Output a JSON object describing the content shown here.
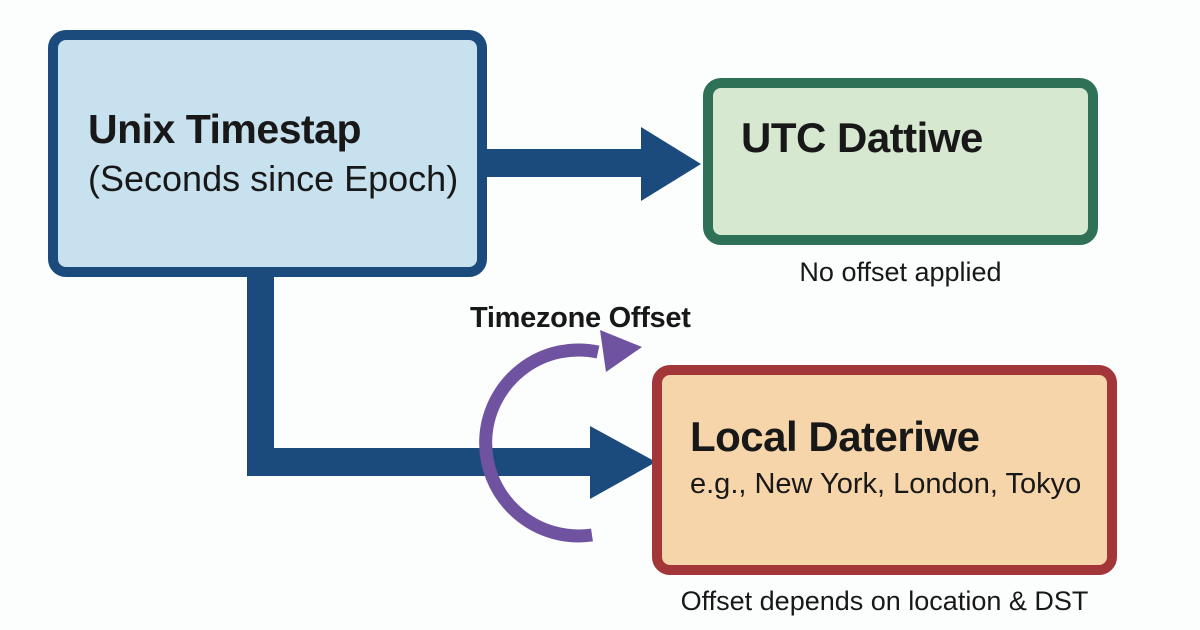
{
  "colors": {
    "background": "#FCFDFD",
    "navy": "#1A4B7C",
    "blue_fill": "#C8E1EE",
    "green_border": "#2F7156",
    "green_fill": "#D7E8D1",
    "red_border": "#A23639",
    "orange_fill": "#F7D5AA",
    "purple": "#6F53A0",
    "text": "#181818"
  },
  "nodes": {
    "unix_timestamp": {
      "title": "Unix Timestap",
      "subtitle": "(Seconds since Epoch)"
    },
    "utc_datetime": {
      "title": "UTC Dattiwe",
      "caption": "No offset applied"
    },
    "local_datetime": {
      "title": "Local Dateriwe",
      "subtitle": "e.g., New York, London, Tokyo",
      "caption": "Offset depends on location & DST"
    }
  },
  "labels": {
    "timezone_offset": "Timezone Offset"
  }
}
